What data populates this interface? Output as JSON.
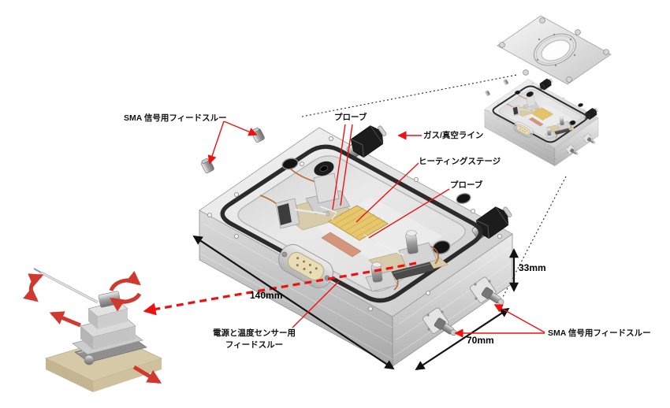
{
  "diagram": {
    "title_hint": "vacuum probe chamber technical diagram",
    "labels": {
      "sma_top": "SMA 信号用フィードスルー",
      "probe_top": "プローブ",
      "gas_vacuum_line": "ガス/真空ライン",
      "heating_stage": "ヒーティングステージ",
      "probe_right": "プローブ",
      "power_temp_line1": "電源と温度センサー用",
      "power_temp_line2": "フィードスルー",
      "sma_bottom": "SMA 信号用フィードスルー"
    },
    "dimensions": {
      "length": "140mm",
      "depth": "70mm",
      "height": "33mm"
    },
    "colors": {
      "annotation_red": "#ee1111",
      "inset_arrow_red": "#cf3a30",
      "dimension_black": "#111111",
      "aluminum_light": "#f2f2f2",
      "aluminum_dark": "#9f9f9f",
      "oring_black": "#2b2b2b",
      "stage_gold": "#e6c76d",
      "copper_wire": "#b96a32",
      "base_tan": "#d8cbaa"
    }
  }
}
